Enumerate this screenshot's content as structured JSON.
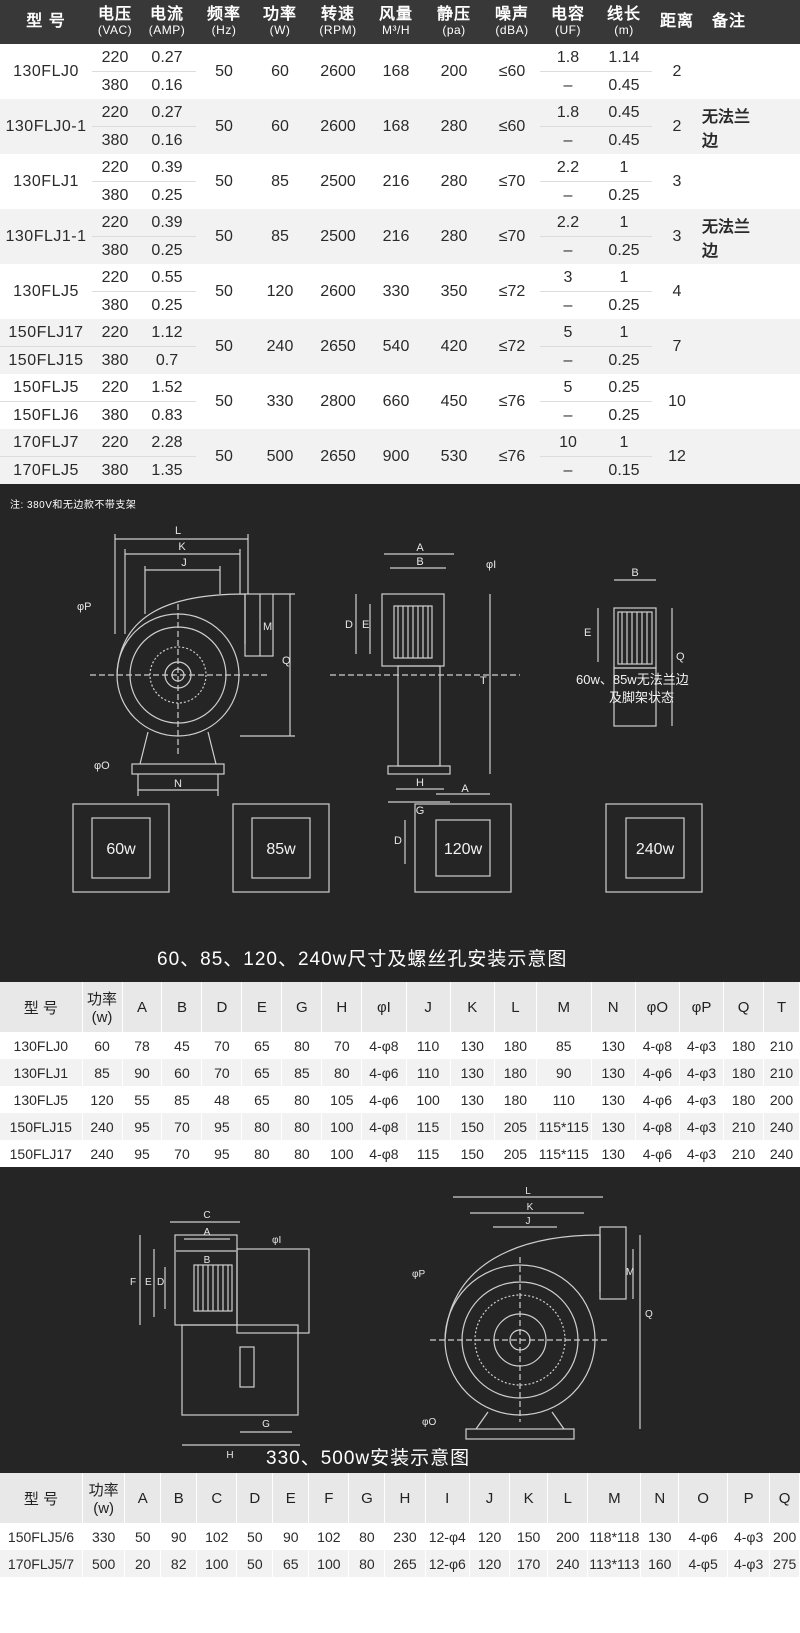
{
  "spec_header": [
    {
      "top": "型 号",
      "bottom": ""
    },
    {
      "top": "电压",
      "bottom": "(VAC)"
    },
    {
      "top": "电流",
      "bottom": "(AMP)"
    },
    {
      "top": "频率",
      "bottom": "(Hz)"
    },
    {
      "top": "功率",
      "bottom": "(W)"
    },
    {
      "top": "转速",
      "bottom": "(RPM)"
    },
    {
      "top": "风量",
      "bottom": "M³/H"
    },
    {
      "top": "静压",
      "bottom": "(pa)"
    },
    {
      "top": "噪声",
      "bottom": "(dBA)"
    },
    {
      "top": "电容",
      "bottom": "(UF)"
    },
    {
      "top": "线长",
      "bottom": "(m)"
    },
    {
      "top": "距离",
      "bottom": ""
    },
    {
      "top": "备注",
      "bottom": ""
    }
  ],
  "spec_rows": [
    {
      "models": [
        "130FLJ0"
      ],
      "voltage": [
        "220",
        "380"
      ],
      "current": [
        "0.27",
        "0.16"
      ],
      "freq": "50",
      "power": "60",
      "speed": "2600",
      "airflow": "168",
      "pressure": "200",
      "noise": "≤60",
      "cap": [
        "1.8",
        "–"
      ],
      "wire": [
        "1.14",
        "0.45"
      ],
      "distance": "2",
      "note": ""
    },
    {
      "models": [
        "130FLJ0-1"
      ],
      "voltage": [
        "220",
        "380"
      ],
      "current": [
        "0.27",
        "0.16"
      ],
      "freq": "50",
      "power": "60",
      "speed": "2600",
      "airflow": "168",
      "pressure": "280",
      "noise": "≤60",
      "cap": [
        "1.8",
        "–"
      ],
      "wire": [
        "0.45",
        "0.45"
      ],
      "distance": "2",
      "note": "无法兰边"
    },
    {
      "models": [
        "130FLJ1"
      ],
      "voltage": [
        "220",
        "380"
      ],
      "current": [
        "0.39",
        "0.25"
      ],
      "freq": "50",
      "power": "85",
      "speed": "2500",
      "airflow": "216",
      "pressure": "280",
      "noise": "≤70",
      "cap": [
        "2.2",
        "–"
      ],
      "wire": [
        "1",
        "0.25"
      ],
      "distance": "3",
      "note": ""
    },
    {
      "models": [
        "130FLJ1-1"
      ],
      "voltage": [
        "220",
        "380"
      ],
      "current": [
        "0.39",
        "0.25"
      ],
      "freq": "50",
      "power": "85",
      "speed": "2500",
      "airflow": "216",
      "pressure": "280",
      "noise": "≤70",
      "cap": [
        "2.2",
        "–"
      ],
      "wire": [
        "1",
        "0.25"
      ],
      "distance": "3",
      "note": "无法兰边"
    },
    {
      "models": [
        "130FLJ5"
      ],
      "voltage": [
        "220",
        "380"
      ],
      "current": [
        "0.55",
        "0.25"
      ],
      "freq": "50",
      "power": "120",
      "speed": "2600",
      "airflow": "330",
      "pressure": "350",
      "noise": "≤72",
      "cap": [
        "3",
        "–"
      ],
      "wire": [
        "1",
        "0.25"
      ],
      "distance": "4",
      "note": ""
    },
    {
      "models": [
        "150FLJ17",
        "150FLJ15"
      ],
      "voltage": [
        "220",
        "380"
      ],
      "current": [
        "1.12",
        "0.7"
      ],
      "freq": "50",
      "power": "240",
      "speed": "2650",
      "airflow": "540",
      "pressure": "420",
      "noise": "≤72",
      "cap": [
        "5",
        "–"
      ],
      "wire": [
        "1",
        "0.25"
      ],
      "distance": "7",
      "note": ""
    },
    {
      "models": [
        "150FLJ5",
        "150FLJ6"
      ],
      "voltage": [
        "220",
        "380"
      ],
      "current": [
        "1.52",
        "0.83"
      ],
      "freq": "50",
      "power": "330",
      "speed": "2800",
      "airflow": "660",
      "pressure": "450",
      "noise": "≤76",
      "cap": [
        "5",
        "–"
      ],
      "wire": [
        "0.25",
        "0.25"
      ],
      "distance": "10",
      "note": ""
    },
    {
      "models": [
        "170FLJ7",
        "170FLJ5"
      ],
      "voltage": [
        "220",
        "380"
      ],
      "current": [
        "2.28",
        "1.35"
      ],
      "freq": "50",
      "power": "500",
      "speed": "2650",
      "airflow": "900",
      "pressure": "530",
      "noise": "≤76",
      "cap": [
        "10",
        "–"
      ],
      "wire": [
        "1",
        "0.15"
      ],
      "distance": "12",
      "note": ""
    }
  ],
  "note_text": "注: 380V和无边款不带支架",
  "drawing1": {
    "labels": [
      "L",
      "K",
      "J",
      "M",
      "Q",
      "φP",
      "φO",
      "N",
      "A",
      "B",
      "φI",
      "D",
      "E",
      "T",
      "H",
      "G",
      "B",
      "E",
      "Q"
    ],
    "no_flange_note": [
      "60w、85w无法兰边",
      "及脚架状态"
    ],
    "mount_labels": [
      "60w",
      "85w",
      "120w",
      "240w"
    ],
    "mount_dim_labels": [
      "A",
      "D"
    ],
    "caption": "60、85、120、240w尺寸及螺丝孔安装示意图"
  },
  "dim_table1": {
    "headers": [
      "型 号",
      "功率\n(w)",
      "A",
      "B",
      "D",
      "E",
      "G",
      "H",
      "φI",
      "J",
      "K",
      "L",
      "M",
      "N",
      "φO",
      "φP",
      "Q",
      "T"
    ],
    "rows": [
      [
        "130FLJ0",
        "60",
        "78",
        "45",
        "70",
        "65",
        "80",
        "70",
        "4-φ8",
        "110",
        "130",
        "180",
        "85",
        "130",
        "4-φ8",
        "4-φ3",
        "180",
        "210"
      ],
      [
        "130FLJ1",
        "85",
        "90",
        "60",
        "70",
        "65",
        "85",
        "80",
        "4-φ6",
        "110",
        "130",
        "180",
        "90",
        "130",
        "4-φ6",
        "4-φ3",
        "180",
        "210"
      ],
      [
        "130FLJ5",
        "120",
        "55",
        "85",
        "48",
        "65",
        "80",
        "105",
        "4-φ6",
        "100",
        "130",
        "180",
        "110",
        "130",
        "4-φ6",
        "4-φ3",
        "180",
        "200"
      ],
      [
        "150FLJ15",
        "240",
        "95",
        "70",
        "95",
        "80",
        "80",
        "100",
        "4-φ8",
        "115",
        "150",
        "205",
        "115*115",
        "130",
        "4-φ8",
        "4-φ3",
        "210",
        "240"
      ],
      [
        "150FLJ17",
        "240",
        "95",
        "70",
        "95",
        "80",
        "80",
        "100",
        "4-φ8",
        "115",
        "150",
        "205",
        "115*115",
        "130",
        "4-φ6",
        "4-φ3",
        "210",
        "240"
      ]
    ]
  },
  "drawing2": {
    "labels_left": [
      "C",
      "A",
      "B",
      "F",
      "E",
      "D",
      "φI",
      "G",
      "H"
    ],
    "labels_right": [
      "L",
      "K",
      "J",
      "φP",
      "M",
      "Q",
      "φO"
    ],
    "caption": "330、500w安装示意图"
  },
  "dim_table2": {
    "headers": [
      "型 号",
      "功率\n(w)",
      "A",
      "B",
      "C",
      "D",
      "E",
      "F",
      "G",
      "H",
      "I",
      "J",
      "K",
      "L",
      "M",
      "N",
      "O",
      "P",
      "Q"
    ],
    "rows": [
      [
        "150FLJ5/6",
        "330",
        "50",
        "90",
        "102",
        "50",
        "90",
        "102",
        "80",
        "230",
        "12-φ4",
        "120",
        "150",
        "200",
        "118*118",
        "130",
        "4-φ6",
        "4-φ3",
        "200"
      ],
      [
        "170FLJ5/7",
        "500",
        "20",
        "82",
        "100",
        "50",
        "65",
        "100",
        "80",
        "265",
        "12-φ6",
        "120",
        "170",
        "240",
        "113*113",
        "160",
        "4-φ5",
        "4-φ3",
        "275"
      ]
    ]
  }
}
